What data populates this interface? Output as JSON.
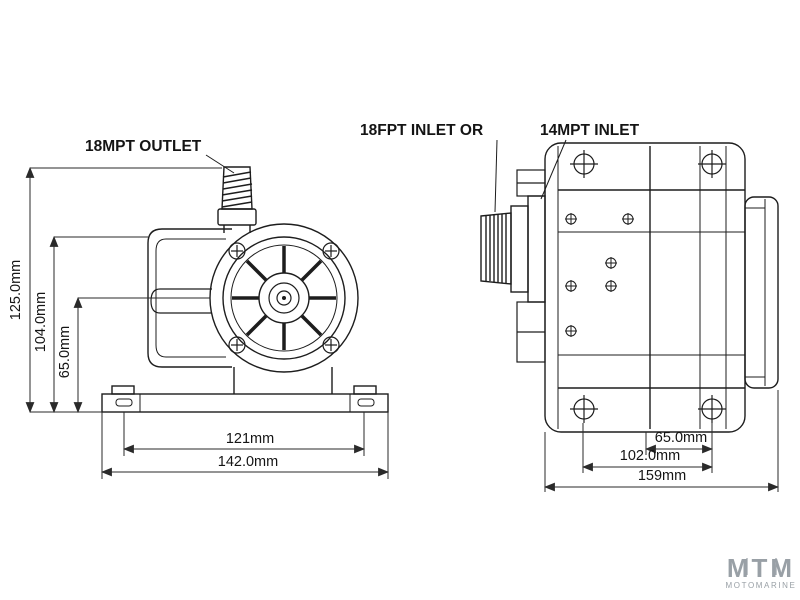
{
  "labels": {
    "outlet": "18MPT OUTLET",
    "inlet_fpt": "18FPT INLET OR",
    "inlet_mpt": "14MPT INLET"
  },
  "front_view": {
    "dim_overall_height": "125.0mm",
    "dim_body_height": "104.0mm",
    "dim_center_height": "65.0mm",
    "dim_slot_spacing": "121mm",
    "dim_base_width": "142.0mm"
  },
  "side_view": {
    "dim_port_offset": "65.0mm",
    "dim_screw_spacing": "102.0mm",
    "dim_overall_length": "159mm"
  },
  "logo": {
    "name": "MTM",
    "subtitle": "MOTOMARINE"
  },
  "colors": {
    "line": "#1d1d1d",
    "dimension_line": "#2a2a2a",
    "background": "#ffffff",
    "logo_gray": "#99a0a6"
  }
}
